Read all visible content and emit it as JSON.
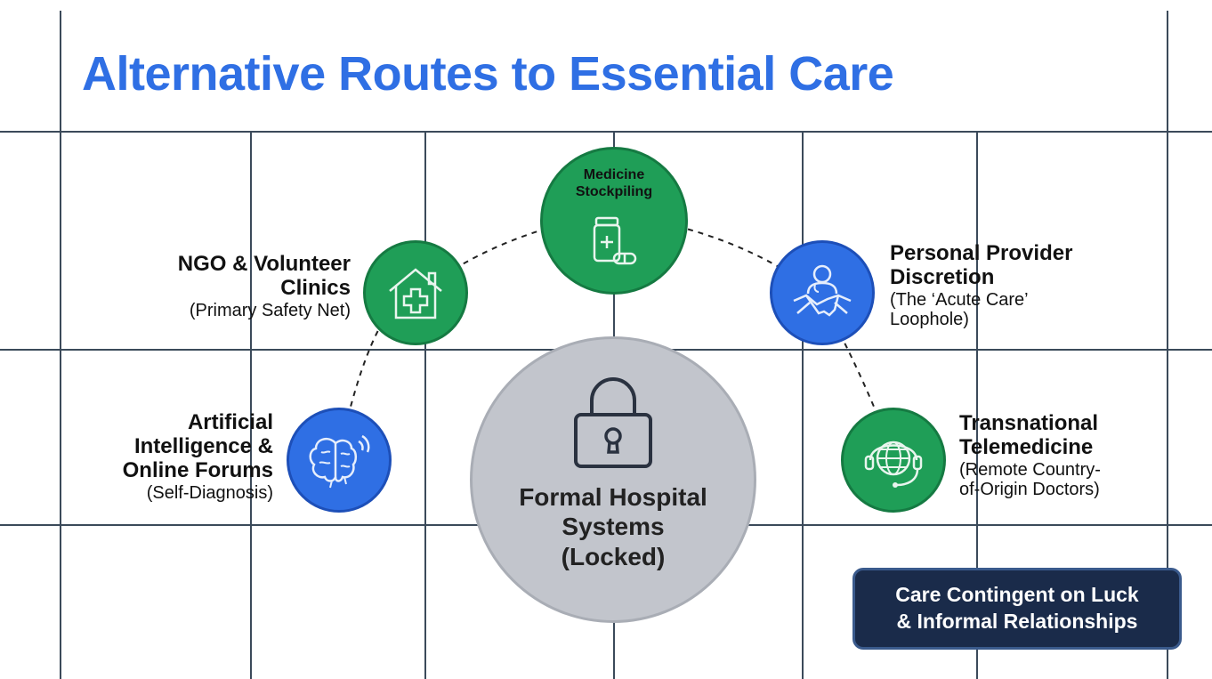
{
  "title": "Alternative Routes to Essential Care",
  "center": {
    "label_lines": [
      "Formal Hospital",
      "Systems",
      "(Locked)"
    ],
    "icon": "padlock-icon"
  },
  "nodes": {
    "stockpiling": {
      "title_lines": [
        "Medicine",
        "Stockpiling"
      ],
      "icon": "medicine-bottle-icon",
      "color": "#1f9e57"
    },
    "ngo": {
      "title_lines": [
        "NGO & Volunteer",
        "Clinics"
      ],
      "subtitle": "(Primary Safety Net)",
      "icon": "house-medical-icon",
      "color": "#1f9e57"
    },
    "ai": {
      "title_lines": [
        "Artificial",
        "Intelligence &",
        "Online Forums"
      ],
      "subtitle": "(Self-Diagnosis)",
      "icon": "brain-icon",
      "color": "#2f6fe4"
    },
    "provider": {
      "title_lines": [
        "Personal Provider",
        "Discretion"
      ],
      "subtitle_lines": [
        "(The ‘Acute Care’",
        "Loophole)"
      ],
      "icon": "handshake-icon",
      "color": "#2f6fe4"
    },
    "telemedicine": {
      "title_lines": [
        "Transnational",
        "Telemedicine"
      ],
      "subtitle_lines": [
        "(Remote Country-",
        "of-Origin Doctors)"
      ],
      "icon": "globe-headset-icon",
      "color": "#1f9e57"
    }
  },
  "callout": {
    "lines": [
      "Care Contingent on Luck",
      "& Informal Relationships"
    ]
  }
}
